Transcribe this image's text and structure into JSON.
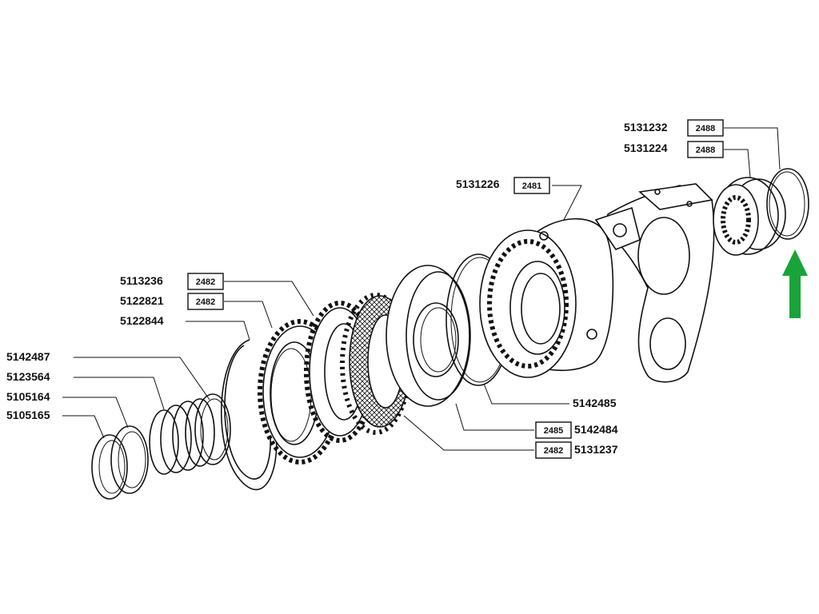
{
  "parts": [
    {
      "id": "p01",
      "number": "5131232",
      "ref": "2488"
    },
    {
      "id": "p02",
      "number": "5131224",
      "ref": "2488"
    },
    {
      "id": "p03",
      "number": "5131226",
      "ref": "2481"
    },
    {
      "id": "p04",
      "number": "5113236",
      "ref": "2482"
    },
    {
      "id": "p05",
      "number": "5122821",
      "ref": "2482"
    },
    {
      "id": "p06",
      "number": "5122844",
      "ref": ""
    },
    {
      "id": "p07",
      "number": "5142487",
      "ref": ""
    },
    {
      "id": "p08",
      "number": "5123564",
      "ref": ""
    },
    {
      "id": "p09",
      "number": "5105164",
      "ref": ""
    },
    {
      "id": "p10",
      "number": "5105165",
      "ref": ""
    },
    {
      "id": "p11",
      "number": "5142485",
      "ref": ""
    },
    {
      "id": "p12",
      "number": "5142484",
      "ref": "2485"
    },
    {
      "id": "p13",
      "number": "5131237",
      "ref": "2482"
    }
  ],
  "colors": {
    "ink": "#111111",
    "background": "#ffffff",
    "arrow": "#1aa33a"
  },
  "arrow_icon": "up-arrow-icon"
}
